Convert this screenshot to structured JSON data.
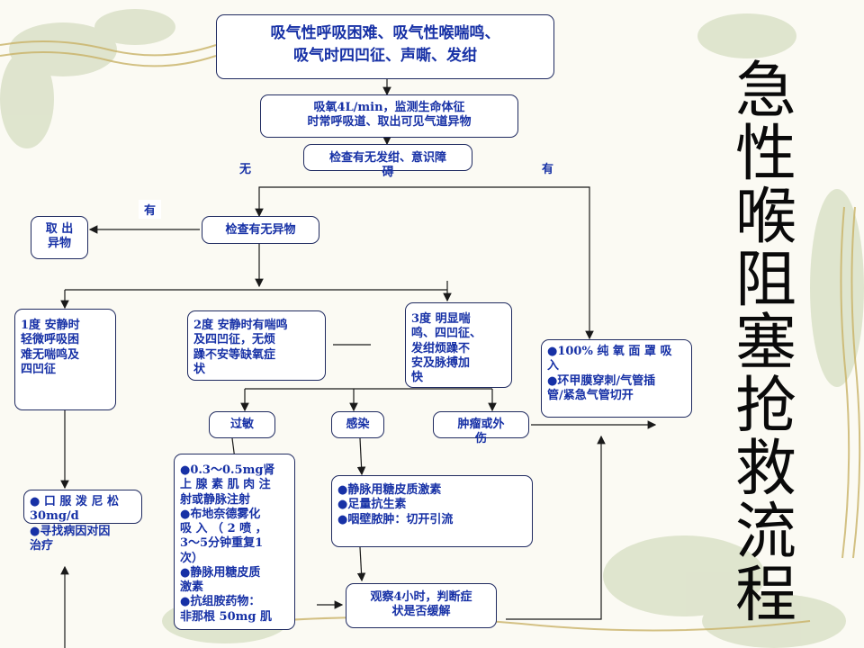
{
  "title": "急性喉阻塞抢救流程",
  "boxes": {
    "symptoms": {
      "lines": [
        "吸气性呼吸困难、吸气性喉喘鸣、",
        "吸气时四凹征、声嘶、发绀"
      ]
    },
    "oxygen": {
      "lines": [
        "吸氧4L/min，监测生命体征",
        "时常呼吸道、取出可见气道异物"
      ]
    },
    "check_cyanosis": {
      "lines": [
        "检查有无发绀、意识障",
        "碍"
      ]
    },
    "check_foreign": {
      "lines": [
        "检查有无异物"
      ]
    },
    "remove_foreign": {
      "lines": [
        "取 出",
        "异物"
      ]
    },
    "degree1": {
      "lines": [
        "1度 安静时",
        "轻微呼吸困",
        "难无喘鸣及",
        "四凹征"
      ]
    },
    "degree2": {
      "lines": [
        "2度 安静时有喘鸣",
        "及四凹征，无烦",
        "躁不安等缺氧症",
        "状"
      ]
    },
    "degree3": {
      "lines": [
        "3度 明显喘",
        "鸣、四凹征、",
        "发绀烦躁不",
        "安及脉搏加",
        "快"
      ]
    },
    "emergency": {
      "lines": [
        "●100% 纯 氧 面 罩 吸",
        "入",
        "●环甲膜穿刺/气管插",
        "管/紧急气管切开"
      ]
    },
    "allergy": {
      "lines": [
        "过敏"
      ]
    },
    "infection": {
      "lines": [
        "感染"
      ]
    },
    "tumor": {
      "lines": [
        "肿瘤或外",
        "伤"
      ]
    },
    "prednisone": {
      "lines": [
        "● 口 服 泼 尼 松",
        "30mg/d",
        "●寻找病因对因",
        "治疗"
      ]
    },
    "allergy_treat": {
      "lines": [
        "●0.3～0.5mg肾",
        "上 腺 素 肌 肉 注",
        "射或静脉注射",
        "●布地奈德雾化",
        "吸 入 （ 2 喷 ，",
        "3～5分钟重复1",
        "次）",
        "●静脉用糖皮质",
        "激素",
        "●抗组胺药物：",
        "非那根 50mg 肌"
      ]
    },
    "infection_treat": {
      "lines": [
        "●静脉用糖皮质激素",
        "●足量抗生素",
        "●咽壁脓肿：切开引流"
      ]
    },
    "observe": {
      "lines": [
        "观察4小时，判断症",
        "状是否缓解"
      ]
    }
  },
  "labels": {
    "no": "无",
    "yes_right": "有",
    "yes_left": "有"
  }
}
